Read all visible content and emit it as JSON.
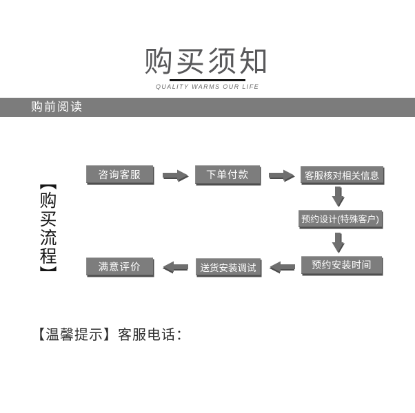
{
  "header": {
    "title": "购买须知",
    "tagline": "QUALITY WARMS OUR LIFE"
  },
  "section_bar": {
    "label": "购前阅读"
  },
  "flow": {
    "side_label": "【购买流程】",
    "steps": [
      {
        "id": "consult",
        "label": "咨询客服"
      },
      {
        "id": "order",
        "label": "下单付款"
      },
      {
        "id": "verify",
        "label": "客服核对相关信息"
      },
      {
        "id": "design",
        "label": "预约设计(特殊客户)"
      },
      {
        "id": "schedule",
        "label": "预约安装时间"
      },
      {
        "id": "delivery",
        "label": "送货安装调试"
      },
      {
        "id": "review",
        "label": "满意评价"
      }
    ]
  },
  "footer": {
    "tip": "【温馨提示】客服电话："
  },
  "colors": {
    "title": "#58585a",
    "line": "#161616",
    "bar": "#7c7c7c",
    "box": "#7d7d7d",
    "arrow": "#6f6f6f",
    "tagline": "#6a6a6a",
    "side_text": "#161616",
    "tip_text": "#2e2e2e"
  }
}
